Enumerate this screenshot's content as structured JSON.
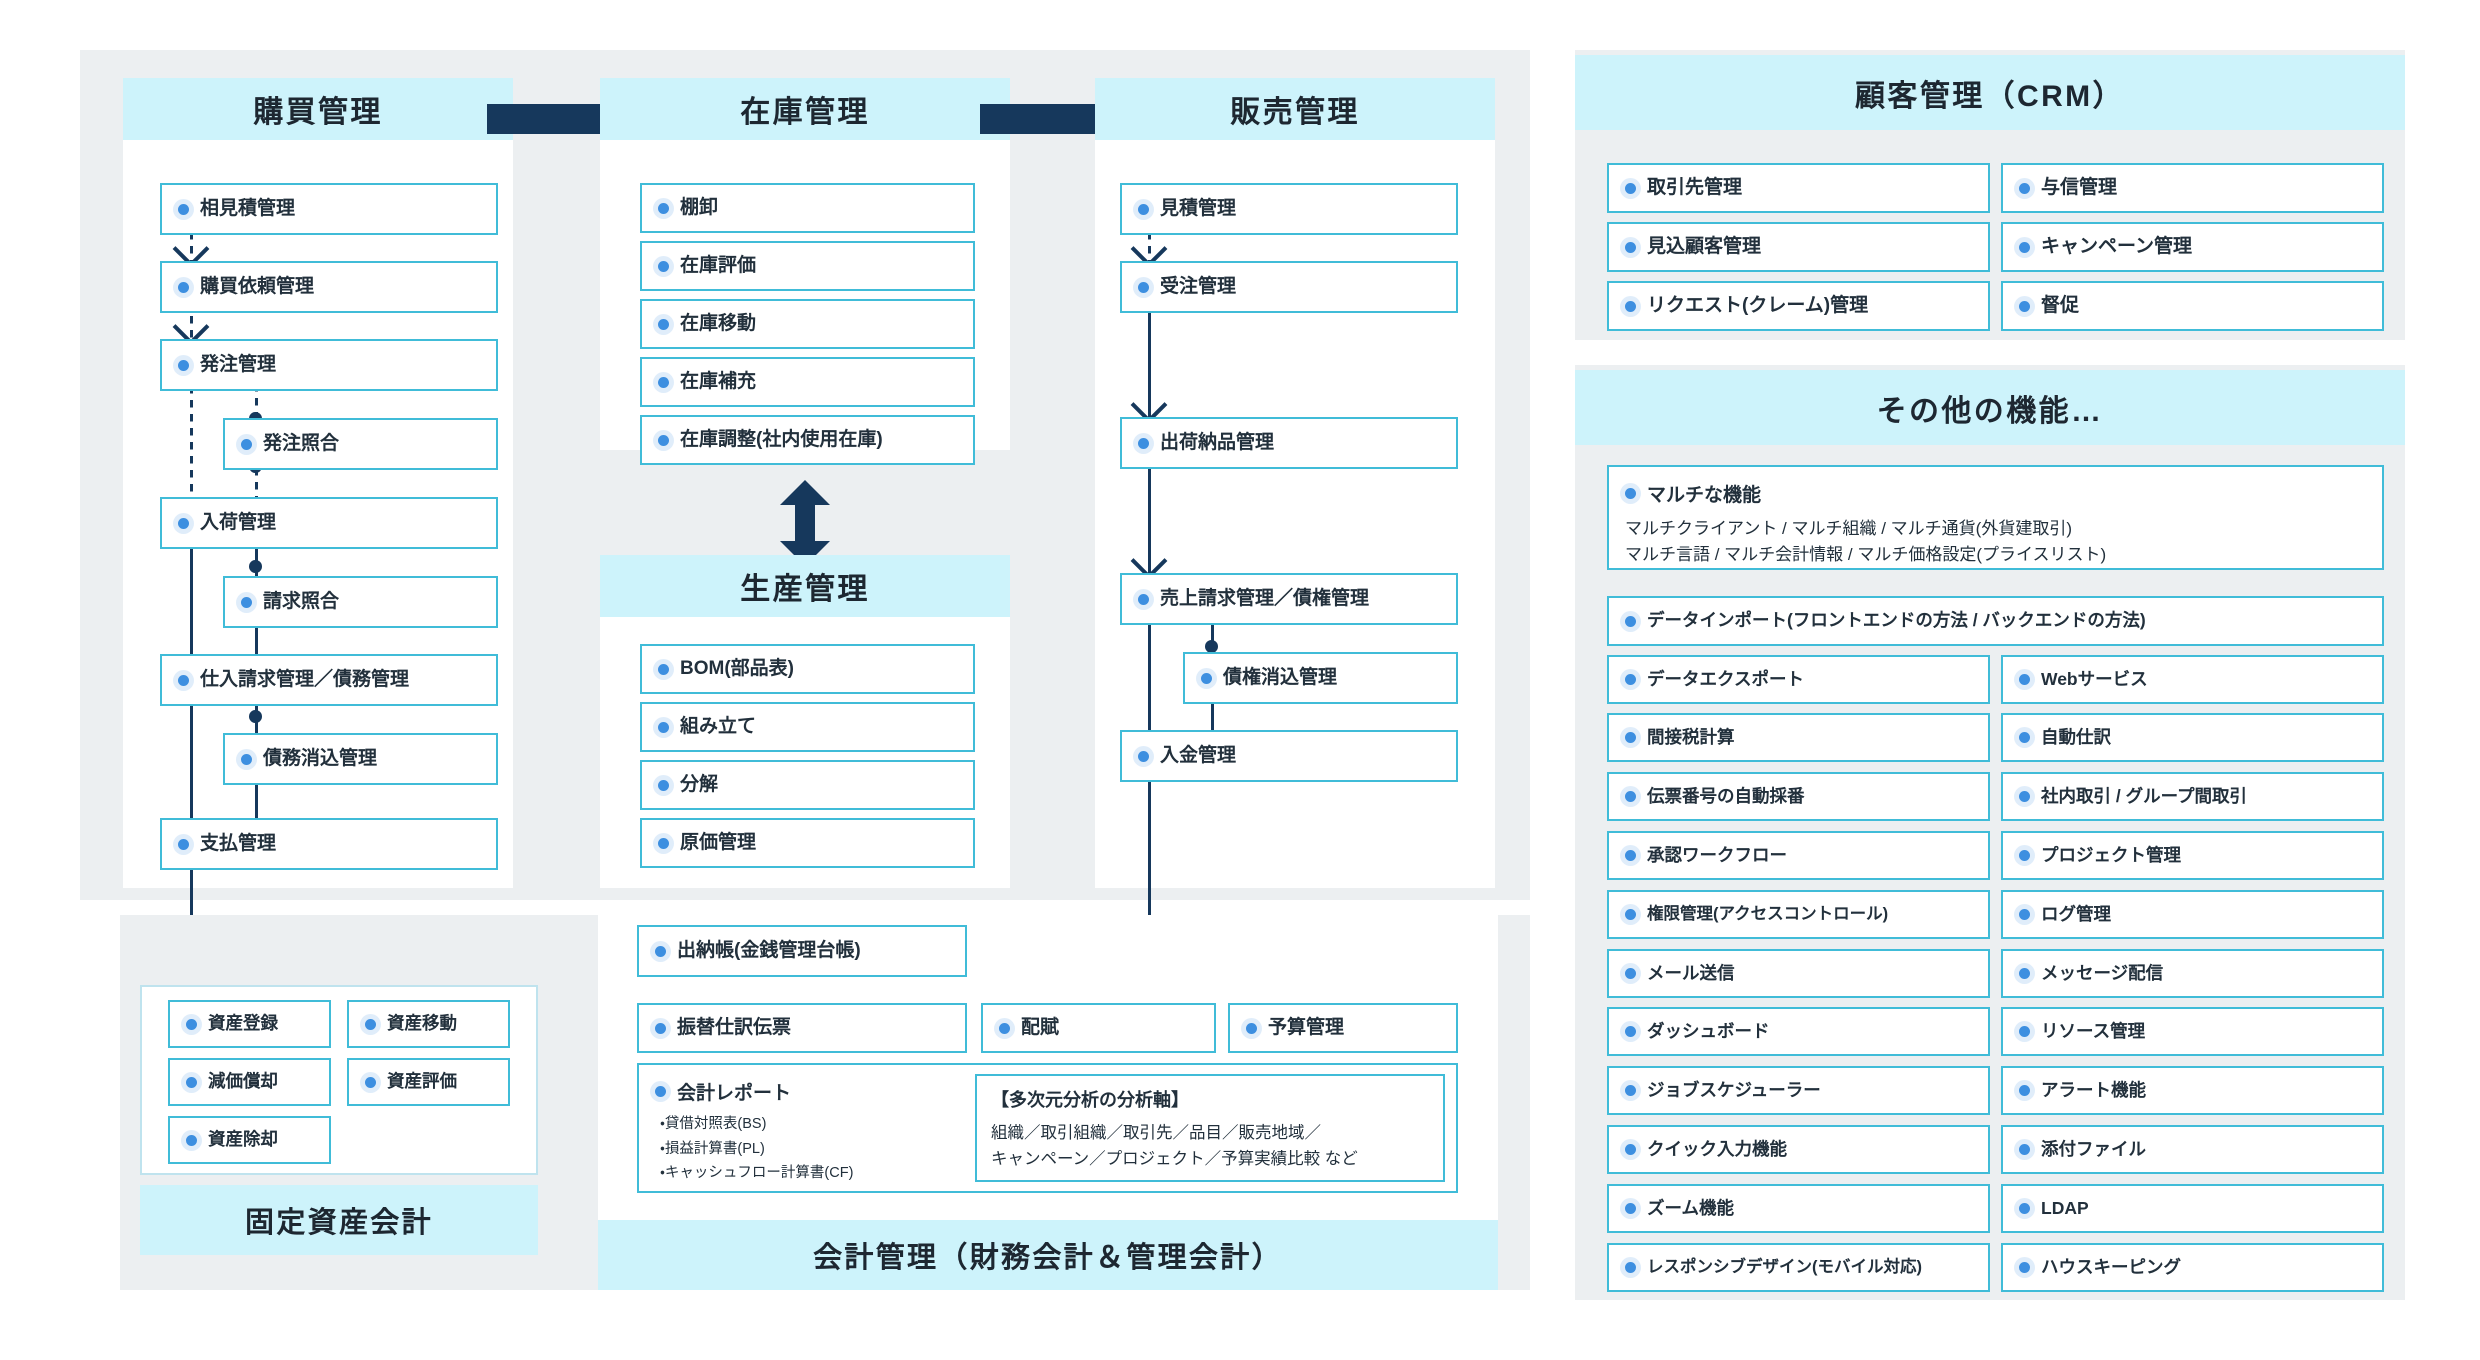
{
  "theme": {
    "accent": "#40bcd8",
    "header_bg": "#cdf3fb",
    "panel_bg": "#eceff1",
    "line": "#16385c",
    "dot": "#3d8fe0",
    "text": "#22303c"
  },
  "purchasing": {
    "title": "購買管理",
    "items": [
      {
        "label": "相見積管理",
        "level": 0
      },
      {
        "label": "購買依頼管理",
        "level": 0
      },
      {
        "label": "発注管理",
        "level": 0
      },
      {
        "label": "発注照合",
        "level": 1
      },
      {
        "label": "入荷管理",
        "level": 0
      },
      {
        "label": "請求照合",
        "level": 1
      },
      {
        "label": "仕入請求管理／債務管理",
        "level": 0
      },
      {
        "label": "債務消込管理",
        "level": 1
      },
      {
        "label": "支払管理",
        "level": 0
      }
    ]
  },
  "inventory": {
    "title": "在庫管理",
    "items": [
      {
        "label": "棚卸"
      },
      {
        "label": "在庫評価"
      },
      {
        "label": "在庫移動"
      },
      {
        "label": "在庫補充"
      },
      {
        "label": "在庫調整(社内使用在庫)"
      }
    ]
  },
  "production": {
    "title": "生産管理",
    "items": [
      {
        "label": "BOM(部品表)"
      },
      {
        "label": "組み立て"
      },
      {
        "label": "分解"
      },
      {
        "label": "原価管理"
      }
    ]
  },
  "sales": {
    "title": "販売管理",
    "items": [
      {
        "label": "見積管理",
        "level": 0
      },
      {
        "label": "受注管理",
        "level": 0
      },
      {
        "label": "出荷納品管理",
        "level": 0
      },
      {
        "label": "売上請求管理／債権管理",
        "level": 0
      },
      {
        "label": "債権消込管理",
        "level": 1
      },
      {
        "label": "入金管理",
        "level": 0
      }
    ]
  },
  "fixed_assets": {
    "title": "固定資産会計",
    "items": [
      {
        "label": "資産登録"
      },
      {
        "label": "資産移動"
      },
      {
        "label": "減価償却"
      },
      {
        "label": "資産評価"
      },
      {
        "label": "資産除却"
      }
    ]
  },
  "accounting": {
    "title": "会計管理（財務会計＆管理会計）",
    "cashbook": "出納帳(金銭管理台帳)",
    "row_items": [
      {
        "label": "振替仕訳伝票"
      },
      {
        "label": "配賦"
      },
      {
        "label": "予算管理"
      }
    ],
    "report": {
      "label": "会計レポート",
      "notes": [
        "・貸借対照表(BS)",
        "・損益計算書(PL)",
        "・キャッシュフロー計算書(CF)"
      ],
      "analysis": {
        "title": "【多次元分析の分析軸】",
        "lines": [
          "組織／取引組織／取引先／品目／販売地域／",
          "キャンペーン／プロジェクト／予算実績比較 など"
        ]
      }
    }
  },
  "crm": {
    "title": "顧客管理（CRM）",
    "items_left": [
      {
        "label": "取引先管理"
      },
      {
        "label": "見込顧客管理"
      },
      {
        "label": "リクエスト(クレーム)管理"
      }
    ],
    "items_right": [
      {
        "label": "与信管理"
      },
      {
        "label": "キャンペーン管理"
      },
      {
        "label": "督促"
      }
    ]
  },
  "others": {
    "title": "その他の機能…",
    "multi": {
      "label": "マルチな機能",
      "lines": [
        "マルチクライアント / マルチ組織 / マルチ通貨(外貨建取引)",
        "マルチ言語 / マルチ会計情報 / マルチ価格設定(プライスリスト)"
      ]
    },
    "data_import": "データインポート(フロントエンドの方法 / バックエンドの方法)",
    "items_left": [
      {
        "label": "データエクスポート"
      },
      {
        "label": "間接税計算"
      },
      {
        "label": "伝票番号の自動採番"
      },
      {
        "label": "承認ワークフロー"
      },
      {
        "label": "権限管理(アクセスコントロール)"
      },
      {
        "label": "メール送信"
      },
      {
        "label": "ダッシュボード"
      },
      {
        "label": "ジョブスケジューラー"
      },
      {
        "label": "クイック入力機能"
      },
      {
        "label": "ズーム機能"
      },
      {
        "label": "レスポンシブデザイン(モバイル対応)"
      }
    ],
    "items_right": [
      {
        "label": "Webサービス"
      },
      {
        "label": "自動仕訳"
      },
      {
        "label": "社内取引 / グループ間取引"
      },
      {
        "label": "プロジェクト管理"
      },
      {
        "label": "ログ管理"
      },
      {
        "label": "メッセージ配信"
      },
      {
        "label": "リソース管理"
      },
      {
        "label": "アラート機能"
      },
      {
        "label": "添付ファイル"
      },
      {
        "label": "LDAP"
      },
      {
        "label": "ハウスキーピング"
      }
    ]
  }
}
